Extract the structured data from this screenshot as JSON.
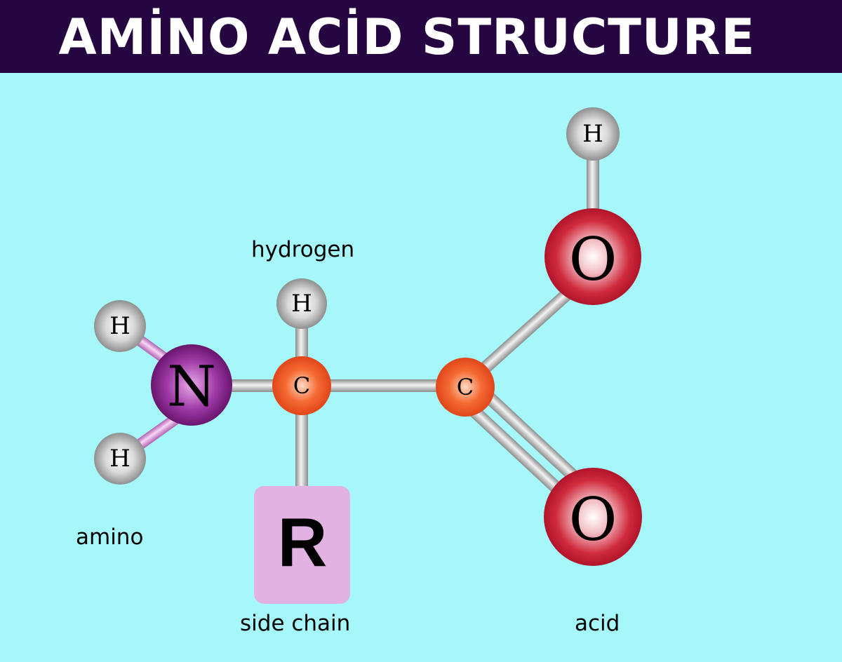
{
  "title": "AMİNO ACİD STRUCTURE",
  "labels": {
    "hydrogen": "hydrogen",
    "amino": "amino",
    "side_chain": "side chain",
    "acid": "acid"
  },
  "atoms": {
    "nitrogen": "N",
    "h_amino_top": "H",
    "h_amino_bottom": "H",
    "h_alpha": "H",
    "c_alpha": "C",
    "c_carboxyl": "C",
    "o_hydroxyl": "O",
    "h_hydroxyl": "H",
    "o_double": "O",
    "r_group": "R"
  },
  "colors": {
    "background": "#a6f7fa",
    "header": "#250641",
    "nitrogen": "#7b1e83",
    "carbon": "#f0531d",
    "oxygen": "#c41a2c",
    "hydrogen": "#9a9a9a",
    "r_box": "#e2b3e2"
  }
}
